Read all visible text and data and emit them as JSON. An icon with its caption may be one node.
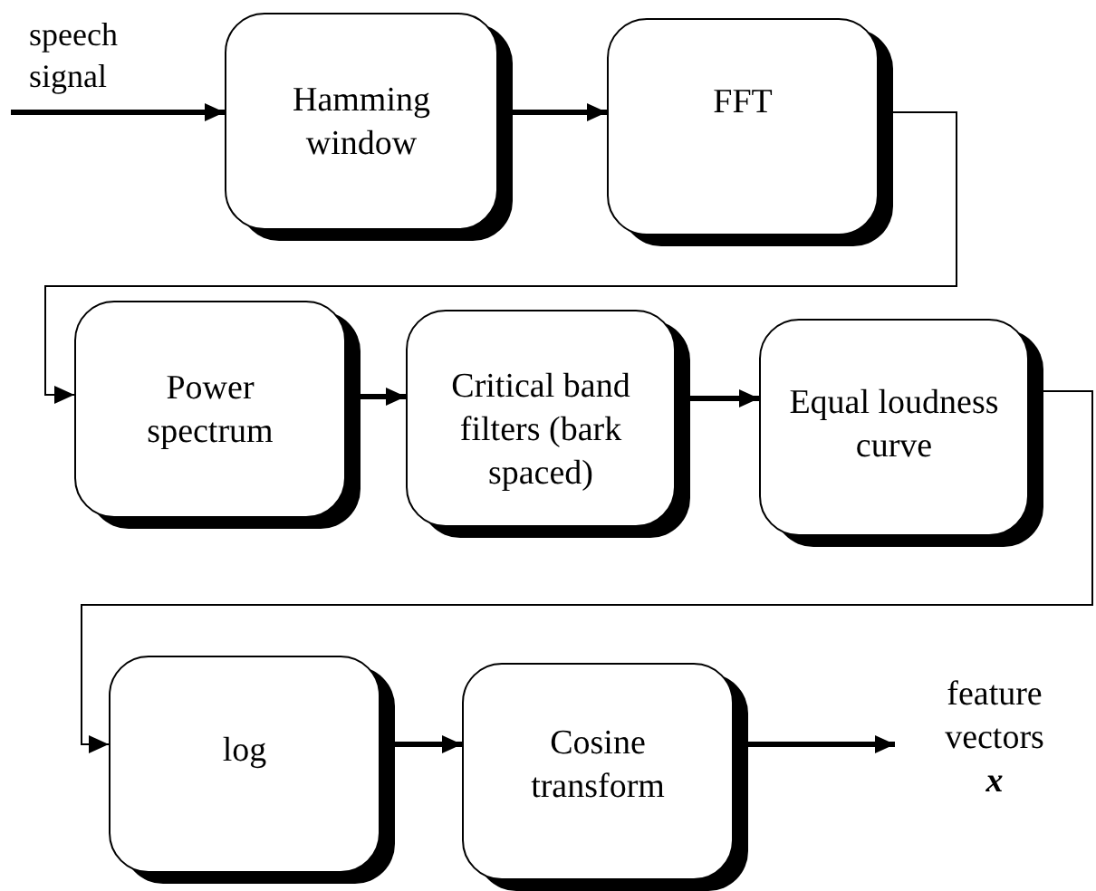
{
  "diagram": {
    "nodes": [
      {
        "text": [
          "Hamming window"
        ]
      },
      {
        "text": [
          "FFT"
        ]
      },
      {
        "text": [
          "Power spectrum"
        ]
      },
      {
        "text": [
          "Critical band filters (bark spaced)"
        ]
      },
      {
        "text": [
          "Equal loudness curve"
        ]
      },
      {
        "text": [
          "log"
        ]
      },
      {
        "text": [
          "Cosine transform"
        ]
      },
      {
        "text": [
          "feature vectors",
          "x"
        ]
      }
    ],
    "edges": [
      {
        "from": null,
        "to": 0,
        "arrow": "to",
        "label": "speech signal"
      },
      {
        "from": 0,
        "to": 1,
        "arrow": "to"
      },
      {
        "from": 1,
        "to": 2,
        "arrow": "to"
      },
      {
        "from": 2,
        "to": 3,
        "arrow": "to"
      },
      {
        "from": 3,
        "to": 4,
        "arrow": "to"
      },
      {
        "from": 4,
        "to": 5,
        "arrow": "to"
      },
      {
        "from": 5,
        "to": 6,
        "arrow": "to"
      },
      {
        "from": 6,
        "to": 7,
        "arrow": "to"
      }
    ]
  }
}
